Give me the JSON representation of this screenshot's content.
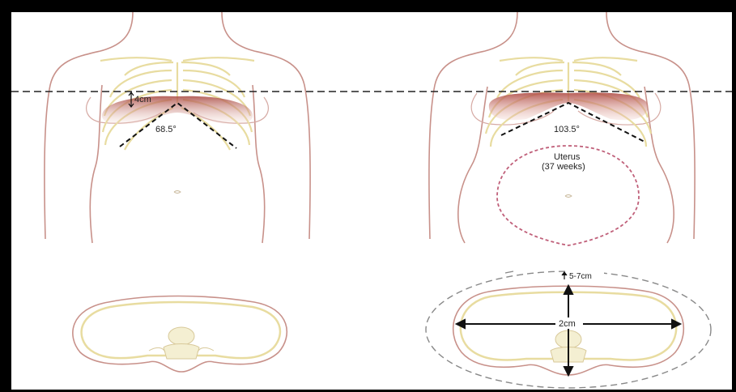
{
  "labels": {
    "left_rib_height": "4cm",
    "left_angle": "68.5°",
    "right_angle": "103.5°",
    "uterus_title": "Uterus",
    "uterus_weeks": "(37 weeks)",
    "expansion": "5-7cm",
    "diameter": "2cm"
  },
  "colors": {
    "skin_outline": "#c8918a",
    "bone": "#e8dca0",
    "bone_shade": "#f4efd2",
    "diaphragm": "#b4514a",
    "uterus_outline": "#c0607a",
    "dashed_line": "#222222",
    "expansion_dash": "#888888"
  }
}
